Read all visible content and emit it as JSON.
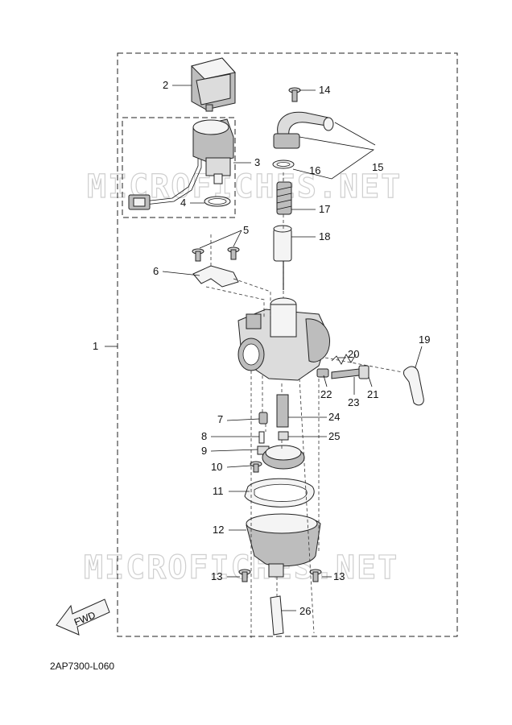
{
  "diagram_code": "2AP7300-L060",
  "watermark": "MICROFICHES.NET",
  "fwd_label": "FWD",
  "callouts": {
    "c1": "1",
    "c2": "2",
    "c3": "3",
    "c4": "4",
    "c5": "5",
    "c6": "6",
    "c7": "7",
    "c8": "8",
    "c9": "9",
    "c10": "10",
    "c11": "11",
    "c12": "12",
    "c13a": "13",
    "c13b": "13",
    "c14": "14",
    "c15": "15",
    "c16": "16",
    "c17": "17",
    "c18": "18",
    "c19": "19",
    "c20": "20",
    "c21": "21",
    "c22": "22",
    "c23": "23",
    "c24": "24",
    "c25": "25",
    "c26": "26"
  }
}
